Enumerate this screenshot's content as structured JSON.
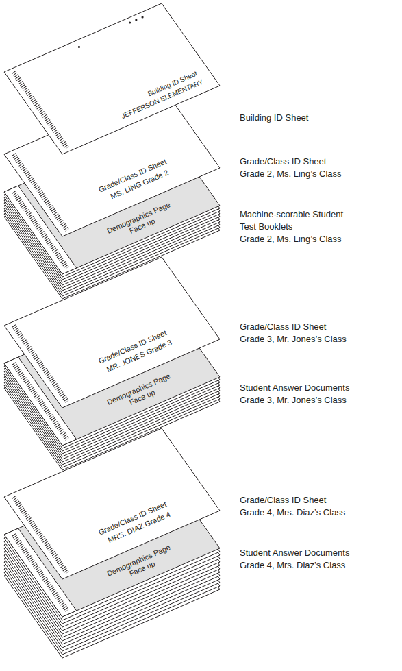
{
  "diagram": {
    "nodes": [
      {
        "text": [
          "Building ID Sheet",
          "JEFFERSON ELEMENTARY"
        ]
      },
      {
        "text": [
          "Grade/Class ID Sheet",
          "MS. LING Grade 2"
        ]
      },
      {
        "text": [
          "Demographics Page Face up"
        ]
      },
      {
        "text": [
          "Grade/Class ID Sheet",
          "MR. JONES Grade 3"
        ]
      },
      {
        "text": [
          "Demographics Page Face up"
        ]
      },
      {
        "text": [
          "Grade/Class ID Sheet",
          "MRS. DIAZ Grade 4"
        ]
      },
      {
        "text": [
          "Demographics Page Face up"
        ]
      }
    ],
    "labels": [
      "Building ID Sheet",
      "Grade/Class ID Sheet",
      "Grade 2, Ms. Ling’s Class",
      "Machine-scorable Student Test Booklets",
      "Grade 2, Ms. Ling’s Class",
      "Grade/Class ID Sheet",
      "Grade 3, Mr. Jones’s Class",
      "Student Answer Documents",
      "Grade 3, Mr. Jones’s Class",
      "Grade/Class ID Sheet",
      "Grade 4, Mrs. Diaz’s Class",
      "Student Answer Documents",
      "Grade 4, Mrs. Diaz’s Class"
    ]
  }
}
